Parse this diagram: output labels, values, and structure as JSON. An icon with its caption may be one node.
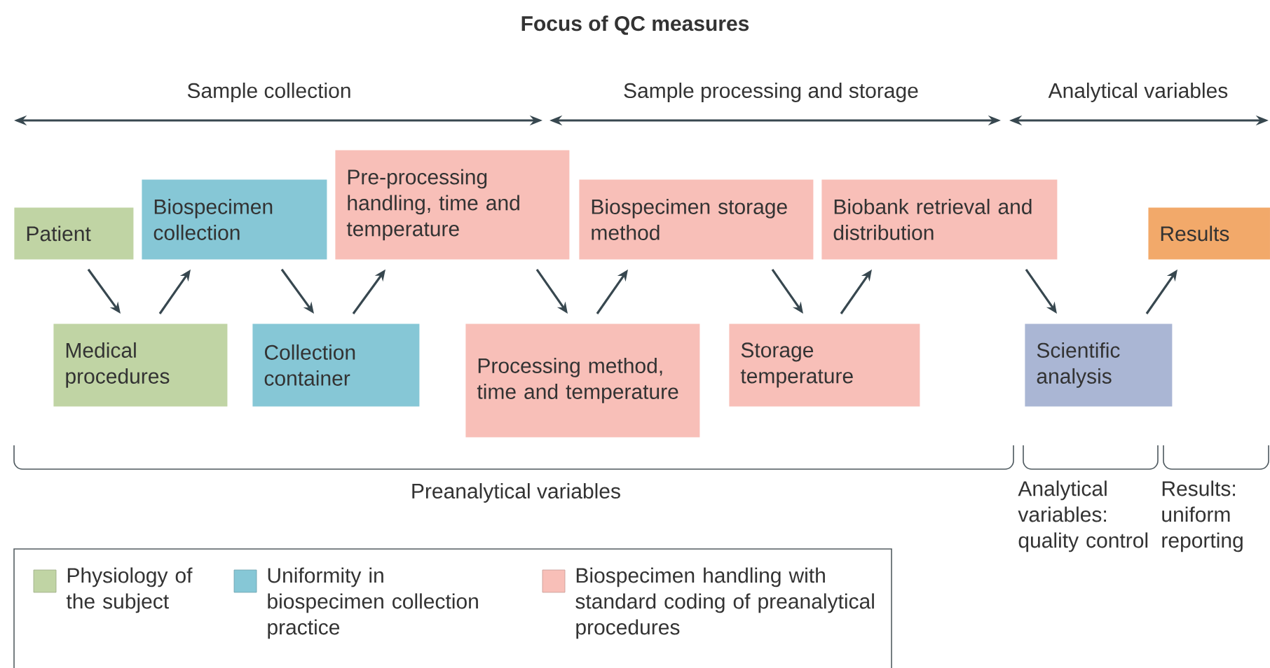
{
  "diagram": {
    "title": "Focus of QC measures",
    "nodes": [
      {
        "text": [
          "Patient"
        ]
      },
      {
        "text": [
          "Medical procedures"
        ]
      },
      {
        "text": [
          "Biospecimen collection"
        ]
      },
      {
        "text": [
          "Collection container"
        ]
      },
      {
        "text": [
          "Pre-processing handling, time and temperature"
        ]
      },
      {
        "text": [
          "Processing method, time and temperature"
        ]
      },
      {
        "text": [
          "Biospecimen storage method"
        ]
      },
      {
        "text": [
          "Storage temperature"
        ]
      },
      {
        "text": [
          "Biobank retrieval and distribution"
        ]
      },
      {
        "text": [
          "Scientific analysis"
        ]
      },
      {
        "text": [
          "Results"
        ]
      }
    ],
    "edges": [
      {
        "from": 0,
        "to": 1,
        "arrow": "to"
      },
      {
        "from": 1,
        "to": 2,
        "arrow": "to"
      },
      {
        "from": 2,
        "to": 3,
        "arrow": "to"
      },
      {
        "from": 3,
        "to": 4,
        "arrow": "to"
      },
      {
        "from": 4,
        "to": 5,
        "arrow": "to"
      },
      {
        "from": 5,
        "to": 6,
        "arrow": "to"
      },
      {
        "from": 6,
        "to": 7,
        "arrow": "to"
      },
      {
        "from": 7,
        "to": 8,
        "arrow": "to"
      },
      {
        "from": 8,
        "to": 9,
        "arrow": "to"
      },
      {
        "from": 9,
        "to": 10,
        "arrow": "to"
      }
    ],
    "labels": [
      "Sample collection",
      "Sample processing and storage",
      "Analytical variables",
      "Preanalytical variables",
      "Analytical variables: quality control",
      "Results: uniform reporting"
    ],
    "legend": [
      {
        "text": "Physiology of the subject",
        "color": "#c0d4a4"
      },
      {
        "text": "Uniformity in biospecimen collection practice",
        "color": "#86c7d6"
      },
      {
        "text": "Biospecimen handling with standard coding of preanalytical procedures",
        "color": "#f8bfb8"
      }
    ]
  }
}
